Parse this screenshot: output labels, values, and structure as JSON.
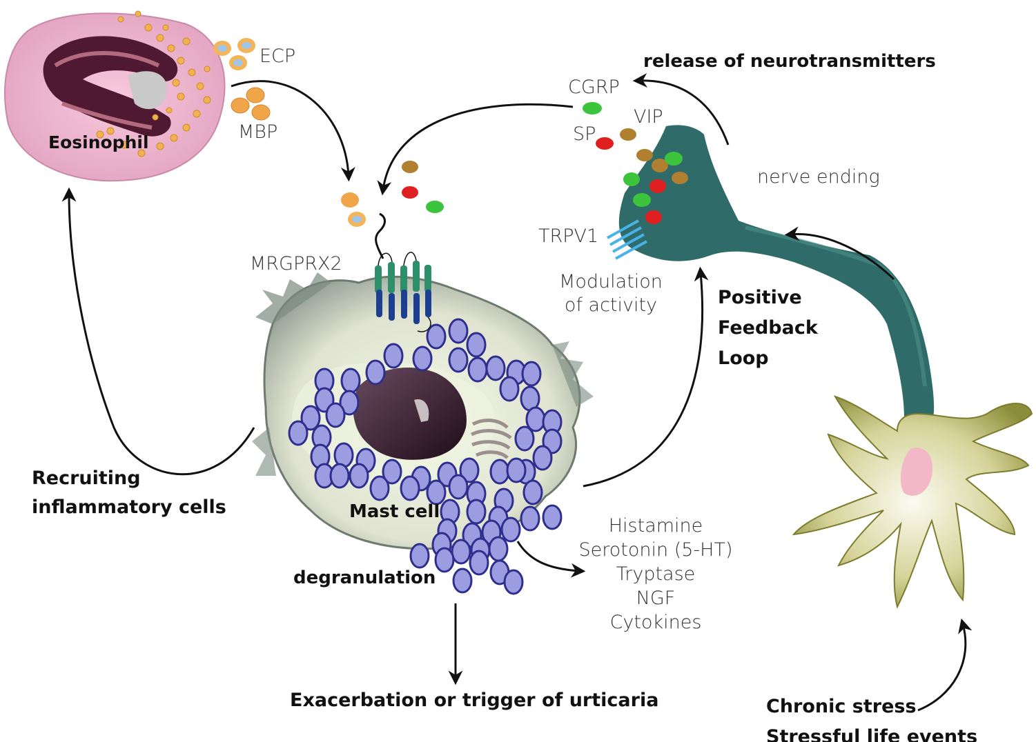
{
  "labels": {
    "eosinophil": "Eosinophil",
    "ecp": "ECP",
    "mbp": "MBP",
    "release": "release of neurotransmitters",
    "cgrp": "CGRP",
    "vip": "VIP",
    "sp": "SP",
    "nerve_ending": "nerve ending",
    "trpv1": "TRPV1",
    "modulation": [
      "Modulation",
      "of activity"
    ],
    "mrgprx2": "MRGPRX2",
    "positive_feedback": [
      "Positive",
      "Feedback",
      "Loop"
    ],
    "recruiting": [
      "Recruiting",
      "inflammatory cells"
    ],
    "mast_cell": "Mast cell",
    "degranulation": "degranulation",
    "mediators": [
      "Histamine",
      "Serotonin (5-HT)",
      "Tryptase",
      "NGF",
      "Cytokines"
    ],
    "outcome": "Exacerbation or trigger of urticaria",
    "stress": [
      "Chronic stress",
      "Stressful life events"
    ]
  },
  "colors": {
    "eosinophil_body": "#f0b8d2",
    "eosinophil_nucleus": "#5a1f36",
    "granule_orange": "#f3b45a",
    "ecp_core": "#9ec6e8",
    "mast_body": "#d9dcc8",
    "mast_nucleus": "#3a1a2e",
    "mast_granule": "#2e2e8c",
    "nerve": "#2f6b68",
    "neuron": "#9ea04a",
    "cgrp": "#3cc43c",
    "sp": "#e02020",
    "vip": "#b08030",
    "trpv1": "#49b2e6",
    "receptor": "#2f8f6f"
  }
}
